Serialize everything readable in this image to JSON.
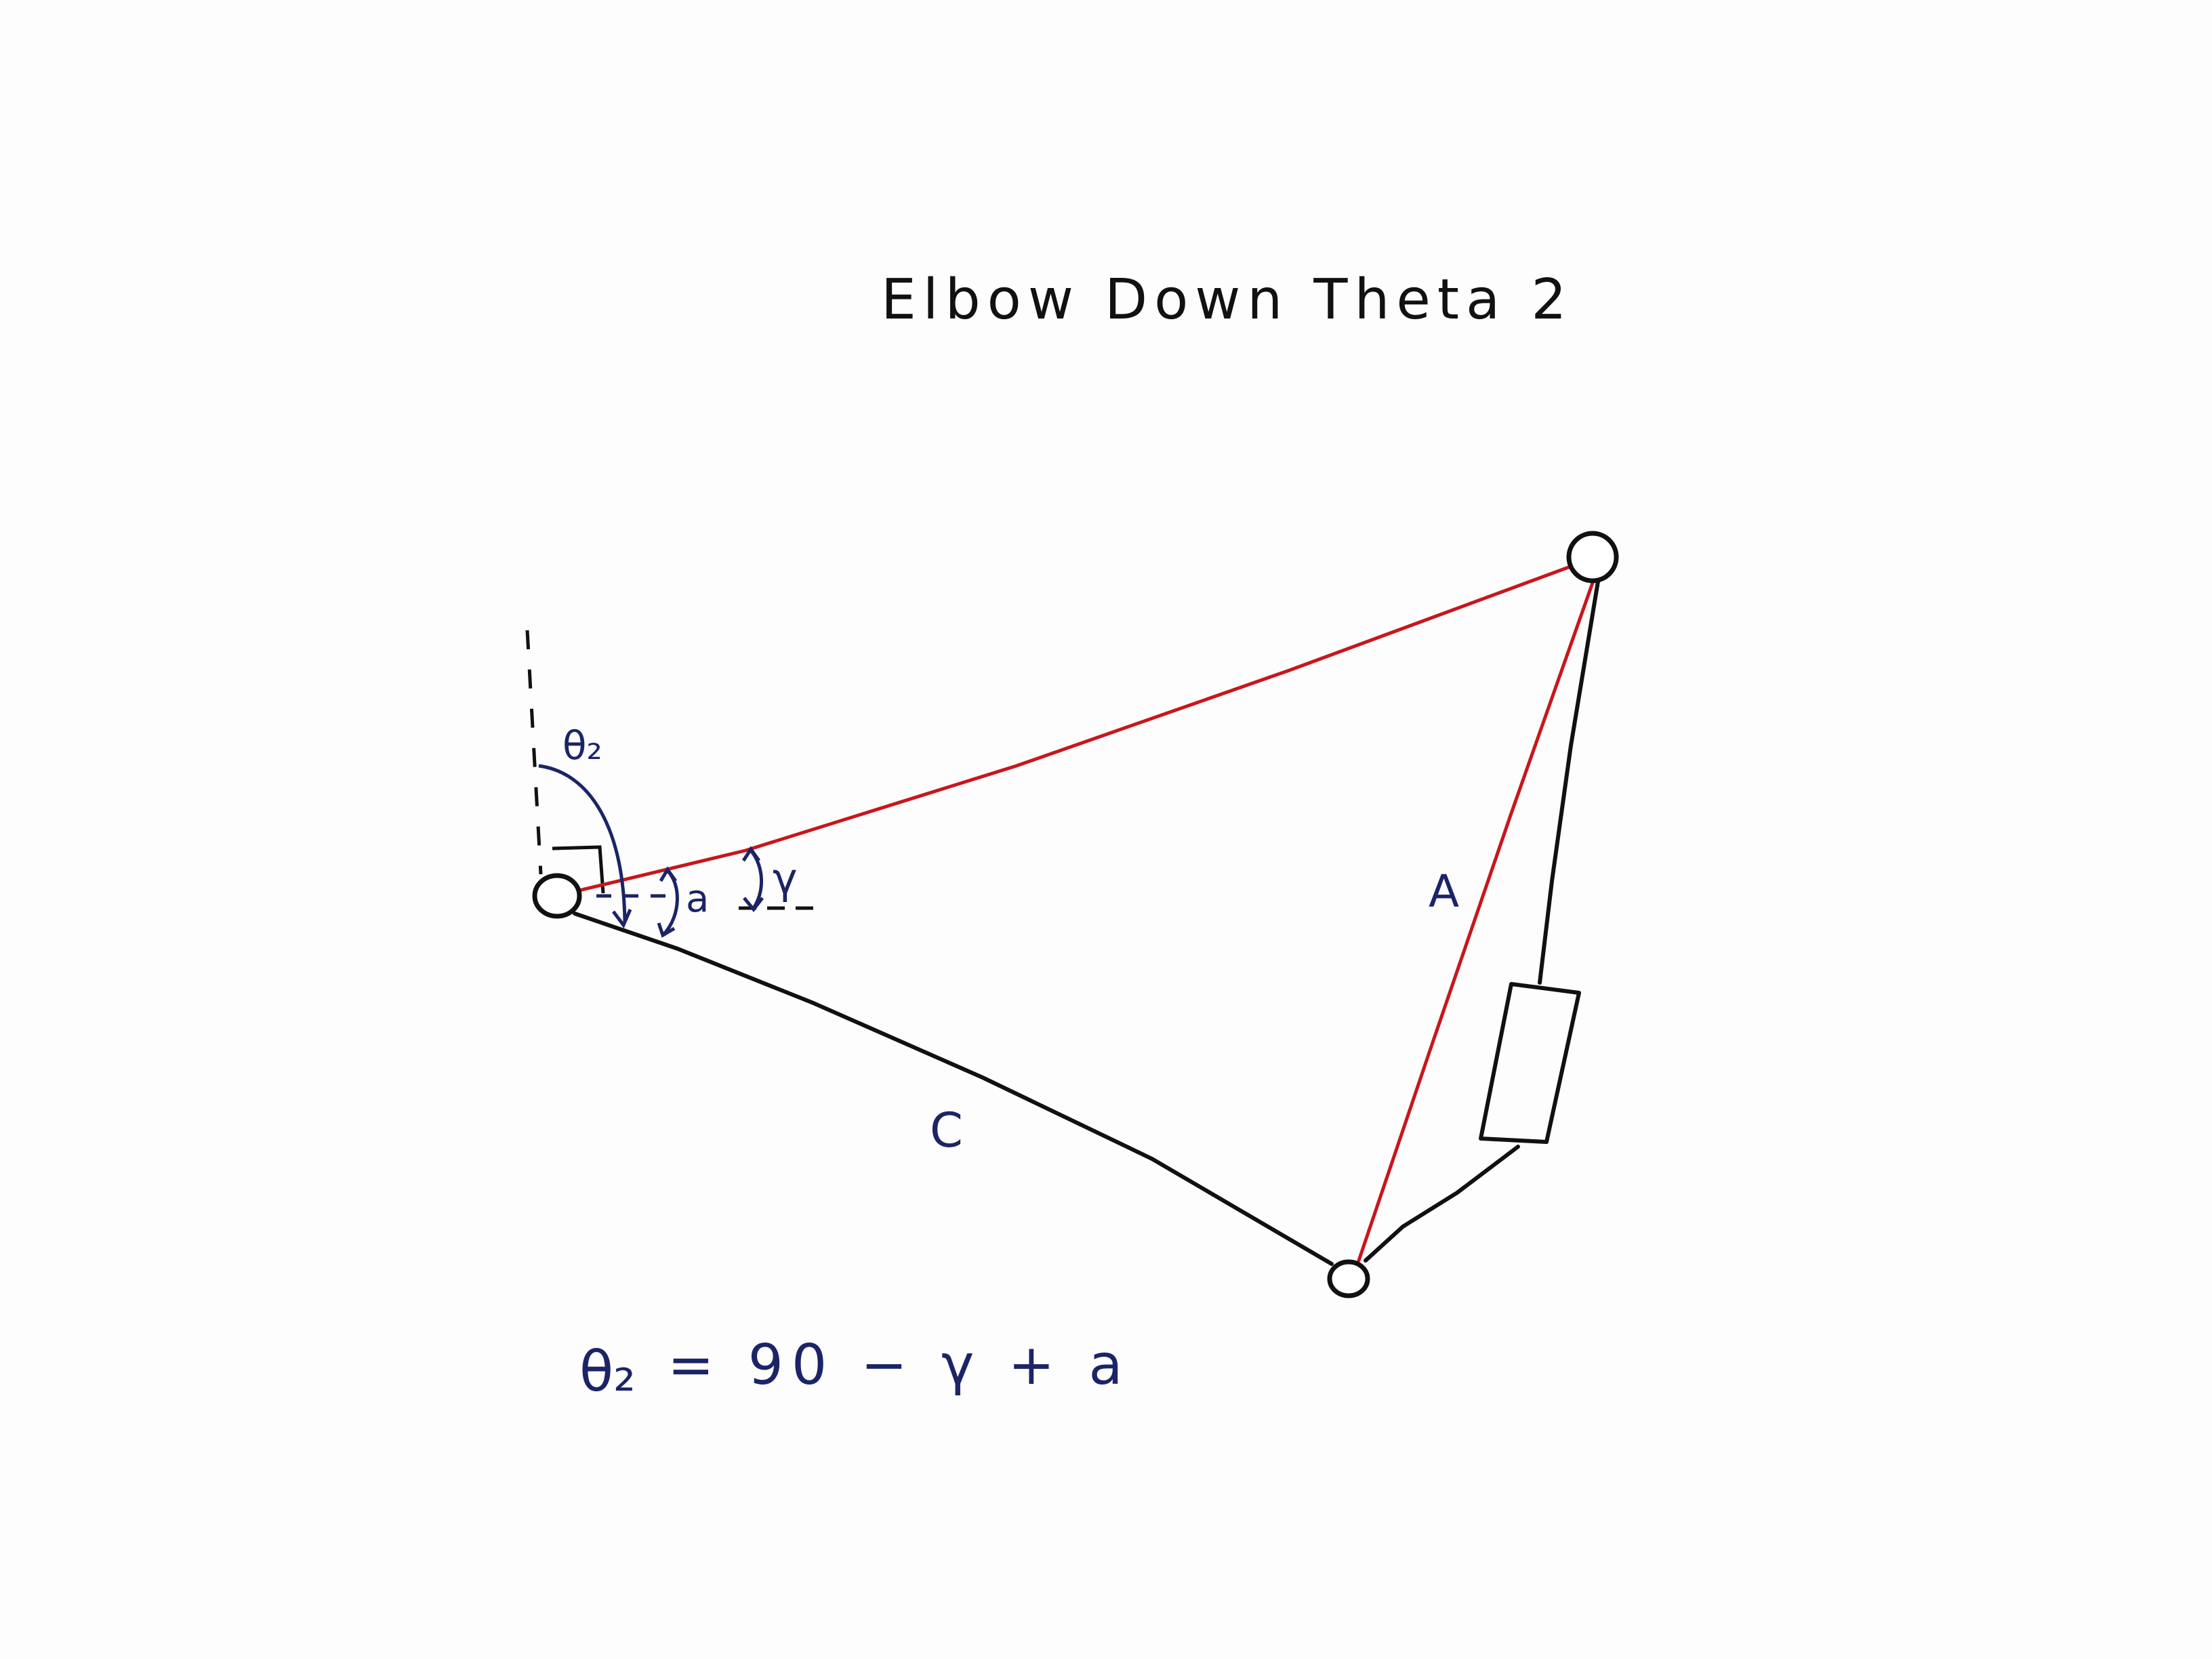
{
  "title": "Elbow Down Theta 2",
  "labels": {
    "theta2": "θ₂",
    "gamma": "γ",
    "alpha": "a",
    "side_a": "A",
    "side_c": "C"
  },
  "equation": {
    "lhs": "θ₂",
    "rhs": "= 90 − γ + a"
  },
  "colors": {
    "ink": "#111111",
    "red": "#c8161d",
    "navy": "#1b2466",
    "paper": "#fdfdfd"
  }
}
